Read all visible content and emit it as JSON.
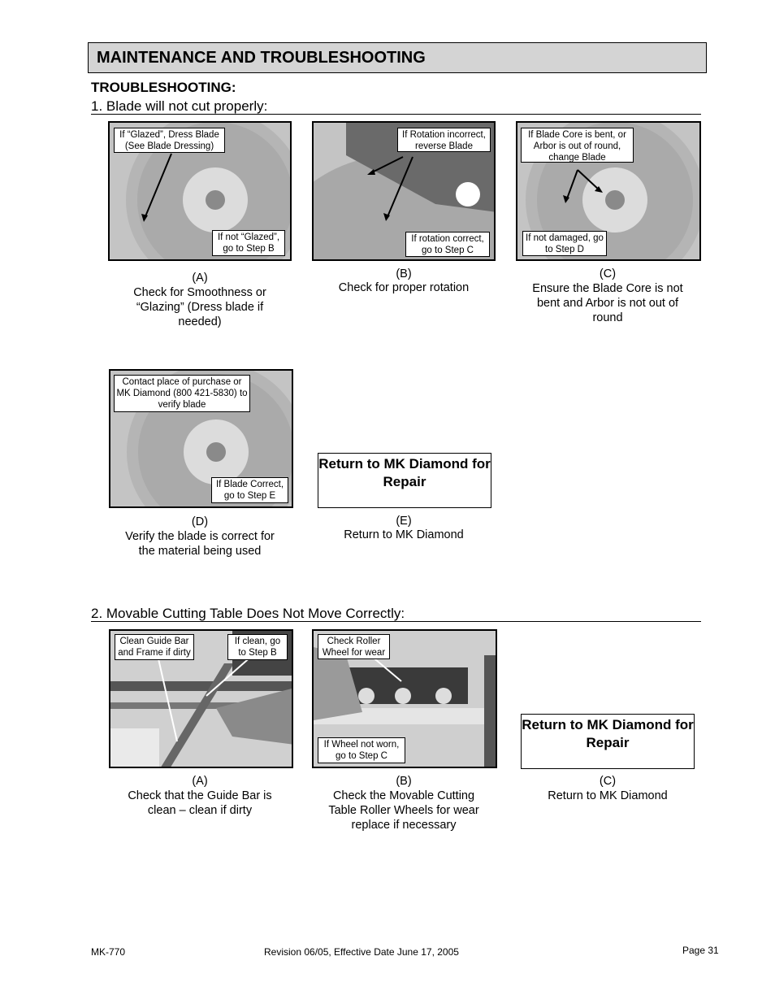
{
  "section_header": "MAINTENANCE AND TROUBLESHOOTING",
  "troubleshooting_title": "TROUBLESHOOTING:",
  "problem1": {
    "title": "1.  Blade will not cut properly:",
    "steps": [
      {
        "letter": "(A)",
        "caption": "Check for Smoothness or “Glazing” (Dress blade if needed)",
        "callout_top": "If “Glazed”, Dress Blade (See Blade Dressing)",
        "callout_bottom": "If not “Glazed”, go to Step B"
      },
      {
        "letter": "(B)",
        "caption": "Check for proper rotation",
        "callout_top": "If Rotation incorrect, reverse Blade",
        "callout_bottom": "If rotation correct, go to Step C"
      },
      {
        "letter": "(C)",
        "caption": "Ensure the Blade Core is not bent and Arbor is not out of round",
        "callout_top": "If Blade Core is bent, or Arbor is out of round, change Blade",
        "callout_bottom": "If not damaged, go to Step D"
      },
      {
        "letter": "(D)",
        "caption": "Verify the blade is correct for the material being used",
        "callout_top": "Contact place of purchase or MK Diamond (800 421-5830) to verify blade",
        "callout_bottom": "If Blade Correct, go to Step E"
      },
      {
        "letter": "(E)",
        "caption": "Return to MK Diamond",
        "box_text": "Return to MK Diamond for Repair"
      }
    ]
  },
  "problem2": {
    "title": "2.  Movable Cutting Table Does Not Move Correctly:",
    "steps": [
      {
        "letter": "(A)",
        "caption": "Check that the Guide Bar is clean – clean if dirty",
        "callout_left": "Clean Guide Bar and Frame if dirty",
        "callout_right": "If clean, go to Step B"
      },
      {
        "letter": "(B)",
        "caption": "Check the Movable Cutting Table Roller Wheels for wear replace if necessary",
        "callout_top": "Check Roller Wheel for wear",
        "callout_bottom": "If Wheel not worn, go to Step C"
      },
      {
        "letter": "(C)",
        "caption": "Return to MK Diamond",
        "box_text": "Return to MK Diamond for Repair"
      }
    ]
  },
  "footer": {
    "model": "MK-770",
    "revision": "Revision 06/05, Effective Date June 17, 2005",
    "page": "Page 31"
  }
}
